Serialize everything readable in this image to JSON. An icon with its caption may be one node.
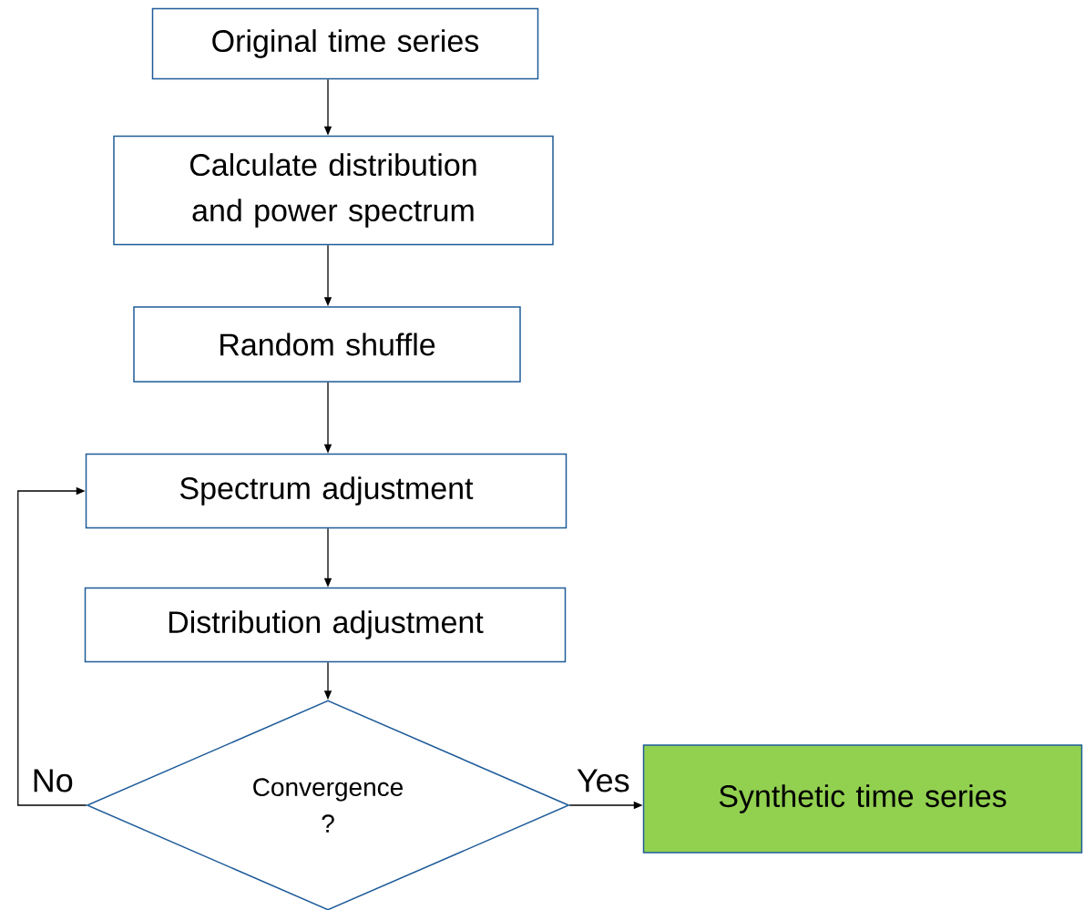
{
  "diagram": {
    "nodes": [
      {
        "text": [
          "Original time series"
        ]
      },
      {
        "text": [
          "Calculate distribution and power spectrum"
        ]
      },
      {
        "text": [
          "Random shuffle"
        ]
      },
      {
        "text": [
          "Spectrum adjustment"
        ]
      },
      {
        "text": [
          "Distribution adjustment"
        ]
      },
      {
        "text": [
          "Convergence ?"
        ]
      },
      {
        "text": [
          "Synthetic time series"
        ]
      }
    ],
    "edges": [
      {
        "from": 0,
        "to": 1,
        "arrow": "to"
      },
      {
        "from": 1,
        "to": 2,
        "arrow": "to"
      },
      {
        "from": 2,
        "to": 3,
        "arrow": "to"
      },
      {
        "from": 3,
        "to": 4,
        "arrow": "to"
      },
      {
        "from": 4,
        "to": 5,
        "arrow": "to"
      },
      {
        "from": 5,
        "to": 3,
        "arrow": "to",
        "label": "No"
      },
      {
        "from": 5,
        "to": 6,
        "arrow": "to",
        "label": "Yes"
      }
    ]
  }
}
